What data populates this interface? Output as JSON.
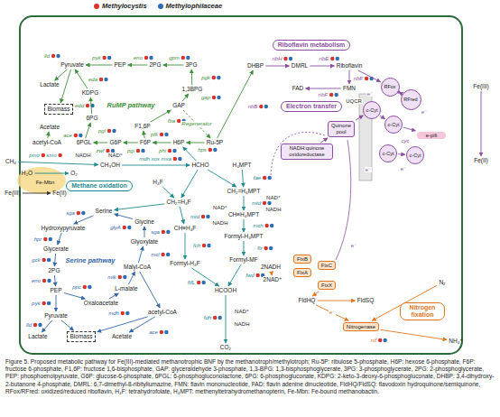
{
  "diagram": {
    "caption": "Figure 5. Proposed metabolic pathway for Fe(III)-mediated methanotrophic BNF by the methanotroph/methylotroph; Ru-5P: ribulose 5-phosphate, H6P: hexose 6-phosphate, F6P: fructose 6-phosphate, F1,6P: fructose 1,6-bisphosphate, GAP: glyceraldehyde 3-phosphate, 1,3-BPG: 1,3-bisphosphoglycerate, 3PG: 3-phosphoglycerate, 2PG: 2-phosphoglycerate, PEP: phosphoenolpyruvate, G6P: glucose-6-phosphate, 6PGL: 6-phosphogluconolactone, 6PG: 6-phosphogluconate, KDPG: 2-keto-3-deoxy-6-phosphogluconate, DHBP: 3,4-dihydroxy-2-butanone 4-phosphate, DMRL: 6,7-dimethyl-8-ribityllumazine, FMN: flavin mononucleotide, FAD: flavin adenine dinucleotide, FldHQ/FldSQ: flavodoxin hydroquinone/semiquinone, RFox/RFred: oxidized/reduced riboflavin, H₄F: tetrahydrofolate, H₄MPT: methenyltetrahydromethanopterin, Fe-Mbn: Fe-bound methanobactin.",
    "nodes": [
      {
        "text": [
          "Pyruvate"
        ]
      },
      {
        "text": [
          "PEP"
        ]
      },
      {
        "text": [
          "2PG"
        ]
      },
      {
        "text": [
          "3PG"
        ]
      },
      {
        "text": [
          "Riboflavin metabolism"
        ]
      },
      {
        "text": [
          "DHBP"
        ]
      },
      {
        "text": [
          "DMRL"
        ]
      },
      {
        "text": [
          "Riboflavin"
        ]
      },
      {
        "text": [
          "Lactate"
        ]
      },
      {
        "text": [
          "KDPG"
        ]
      },
      {
        "text": [
          "1,3BPG"
        ]
      },
      {
        "text": [
          "FAD"
        ]
      },
      {
        "text": [
          "FMN"
        ]
      },
      {
        "text": [
          "RFox"
        ]
      },
      {
        "text": [
          "RFred"
        ]
      },
      {
        "text": [
          "Fe(III)"
        ]
      },
      {
        "text": [
          "Biomass"
        ]
      },
      {
        "text": [
          "RuMP pathway"
        ]
      },
      {
        "text": [
          "GAP"
        ]
      },
      {
        "text": [
          "Electron transfer"
        ]
      },
      {
        "text": [
          "6PG"
        ]
      },
      {
        "text": [
          "F1,6P"
        ]
      },
      {
        "text": [
          "Acetate"
        ]
      },
      {
        "text": [
          "Quinone pool"
        ]
      },
      {
        "text": [
          "c-Cyt"
        ]
      },
      {
        "text": [
          "c-Cyt"
        ]
      },
      {
        "text": [
          "e-pili"
        ]
      },
      {
        "text": [
          "acetyl-CoA"
        ]
      },
      {
        "text": [
          "6PGL"
        ]
      },
      {
        "text": [
          "G6P"
        ]
      },
      {
        "text": [
          "F6P"
        ]
      },
      {
        "text": [
          "H6P"
        ]
      },
      {
        "text": [
          "Ru-5P"
        ]
      },
      {
        "text": [
          "c-Cyt"
        ]
      },
      {
        "text": [
          "c-Cyt"
        ]
      },
      {
        "text": [
          "NADH:quinone oxidoreductase"
        ]
      },
      {
        "text": [
          "Fe(II)"
        ]
      },
      {
        "text": [
          "CH₄"
        ]
      },
      {
        "text": [
          "CH₃OH"
        ]
      },
      {
        "text": [
          "HCHO"
        ]
      },
      {
        "text": [
          "H₄MPT"
        ]
      },
      {
        "text": [
          "H₂O"
        ]
      },
      {
        "text": [
          "O₂"
        ]
      },
      {
        "text": [
          "Methane oxidation"
        ]
      },
      {
        "text": [
          "H₄F"
        ]
      },
      {
        "text": [
          "Fe(III)"
        ]
      },
      {
        "text": [
          "Fe(II)"
        ]
      },
      {
        "text": [
          "CH₂=H₄MPT"
        ]
      },
      {
        "text": [
          "CH₂=H₄F"
        ]
      },
      {
        "text": [
          "Serine"
        ]
      },
      {
        "text": [
          "Glycine"
        ]
      },
      {
        "text": [
          "CH≡H₄MPT"
        ]
      },
      {
        "text": [
          "CH≡H₄F"
        ]
      },
      {
        "text": [
          "Hydroxypyruvate"
        ]
      },
      {
        "text": [
          "Formyl-H₄MPT"
        ]
      },
      {
        "text": [
          "Glyoxylate"
        ]
      },
      {
        "text": [
          "Glycerate"
        ]
      },
      {
        "text": [
          "Serine pathway"
        ]
      },
      {
        "text": [
          "Formyl-MF"
        ]
      },
      {
        "text": [
          "Formyl-H₄F"
        ]
      },
      {
        "text": [
          "FixB"
        ]
      },
      {
        "text": [
          "FixC"
        ]
      },
      {
        "text": [
          "2NADH"
        ]
      },
      {
        "text": [
          "Malyl-CoA"
        ]
      },
      {
        "text": [
          "2PG"
        ]
      },
      {
        "text": [
          "FixA"
        ]
      },
      {
        "text": [
          "2NAD⁺"
        ]
      },
      {
        "text": [
          "N₂"
        ]
      },
      {
        "text": [
          "FixX"
        ]
      },
      {
        "text": [
          "HCOOH"
        ]
      },
      {
        "text": [
          "L-malate"
        ]
      },
      {
        "text": [
          "PEP"
        ]
      },
      {
        "text": [
          "FldHQ"
        ]
      },
      {
        "text": [
          "FldSQ"
        ]
      },
      {
        "text": [
          "Oxaloacetate"
        ]
      },
      {
        "text": [
          "acetyl-CoA"
        ]
      },
      {
        "text": [
          "Pyruvate"
        ]
      },
      {
        "text": [
          "Nitrogenase"
        ]
      },
      {
        "text": [
          "Nitrogen fixation"
        ]
      },
      {
        "text": [
          "Lactate"
        ]
      },
      {
        "text": [
          "Biomass"
        ]
      },
      {
        "text": [
          "Acetate"
        ]
      },
      {
        "text": [
          "NH₄⁺"
        ]
      },
      {
        "text": [
          "CO₂"
        ]
      }
    ],
    "edges": [
      {
        "from": 1,
        "to": 0,
        "arrow": "to"
      },
      {
        "from": 2,
        "to": 1,
        "arrow": "to"
      },
      {
        "from": 3,
        "to": 2,
        "arrow": "to"
      },
      {
        "from": 10,
        "to": 3,
        "arrow": "to"
      },
      {
        "from": 18,
        "to": 10,
        "arrow": "to"
      },
      {
        "from": 21,
        "to": 18,
        "arrow": "to"
      },
      {
        "from": 30,
        "to": 21,
        "arrow": "to"
      },
      {
        "from": 30,
        "to": 29,
        "arrow": "to"
      },
      {
        "from": 29,
        "to": 28,
        "arrow": "to"
      },
      {
        "from": 28,
        "to": 20,
        "arrow": "to"
      },
      {
        "from": 20,
        "to": 9,
        "arrow": "to"
      },
      {
        "from": 9,
        "to": 0,
        "arrow": "to"
      },
      {
        "from": 0,
        "to": 8,
        "arrow": "to"
      },
      {
        "from": 0,
        "to": 16,
        "arrow": "to"
      },
      {
        "from": 27,
        "to": 22,
        "arrow": "to"
      },
      {
        "from": 31,
        "to": 30,
        "arrow": "to"
      },
      {
        "from": 32,
        "to": 31,
        "arrow": "to"
      },
      {
        "from": 39,
        "to": 31,
        "arrow": "to"
      },
      {
        "from": 18,
        "to": 32,
        "label": "Regenerator",
        "arrow": "to"
      },
      {
        "from": 32,
        "to": 5,
        "arrow": "to"
      },
      {
        "from": 5,
        "to": 6,
        "arrow": "to"
      },
      {
        "from": 6,
        "to": 7,
        "arrow": "to"
      },
      {
        "from": 7,
        "to": 12,
        "arrow": "to"
      },
      {
        "from": 12,
        "to": 11,
        "arrow": "to"
      },
      {
        "from": 7,
        "to": 13,
        "arrow": "to"
      },
      {
        "from": 13,
        "to": 14,
        "arrow": "both"
      },
      {
        "from": 15,
        "to": 36,
        "arrow": "to"
      },
      {
        "from": 35,
        "to": 23,
        "arrow": "to"
      },
      {
        "from": 23,
        "to": 24,
        "arrow": "to"
      },
      {
        "from": 24,
        "to": 25,
        "arrow": "to"
      },
      {
        "from": 25,
        "to": 26,
        "arrow": "to"
      },
      {
        "from": 33,
        "to": 34,
        "arrow": "to"
      },
      {
        "from": 37,
        "to": 38,
        "arrow": "to"
      },
      {
        "from": 38,
        "to": 39,
        "arrow": "to"
      },
      {
        "from": 39,
        "to": 47,
        "arrow": "to"
      },
      {
        "from": 40,
        "to": 47,
        "arrow": "to"
      },
      {
        "from": 39,
        "to": 48,
        "arrow": "to"
      },
      {
        "from": 44,
        "to": 48,
        "arrow": "to"
      },
      {
        "from": 47,
        "to": 51,
        "arrow": "to"
      },
      {
        "from": 51,
        "to": 54,
        "arrow": "to"
      },
      {
        "from": 54,
        "to": 58,
        "arrow": "to"
      },
      {
        "from": 58,
        "to": 69,
        "arrow": "to"
      },
      {
        "from": 69,
        "to": 83,
        "arrow": "to"
      },
      {
        "from": 48,
        "to": 52,
        "arrow": "to"
      },
      {
        "from": 52,
        "to": 59,
        "arrow": "to"
      },
      {
        "from": 59,
        "to": 69,
        "arrow": "to"
      },
      {
        "from": 48,
        "to": 49,
        "arrow": "to"
      },
      {
        "from": 50,
        "to": 49,
        "arrow": "to"
      },
      {
        "from": 49,
        "to": 53,
        "arrow": "to"
      },
      {
        "from": 53,
        "to": 56,
        "arrow": "to"
      },
      {
        "from": 56,
        "to": 64,
        "arrow": "to"
      },
      {
        "from": 64,
        "to": 71,
        "arrow": "to"
      },
      {
        "from": 71,
        "to": 74,
        "arrow": "to"
      },
      {
        "from": 74,
        "to": 70,
        "arrow": "to"
      },
      {
        "from": 70,
        "to": 63,
        "arrow": "to"
      },
      {
        "from": 63,
        "to": 55,
        "arrow": "to"
      },
      {
        "from": 63,
        "to": 75,
        "arrow": "to"
      },
      {
        "from": 55,
        "to": 50,
        "arrow": "to"
      },
      {
        "from": 71,
        "to": 76,
        "arrow": "to"
      },
      {
        "from": 76,
        "to": 79,
        "arrow": "to"
      },
      {
        "from": 76,
        "to": 80,
        "arrow": "to"
      },
      {
        "from": 75,
        "to": 81,
        "arrow": "to"
      },
      {
        "from": 75,
        "to": 80,
        "arrow": "to"
      },
      {
        "from": 41,
        "to": 42,
        "arrow": "to"
      },
      {
        "from": 45,
        "to": 46,
        "arrow": "to"
      },
      {
        "from": 62,
        "to": 66,
        "arrow": "to"
      },
      {
        "from": 68,
        "to": 72,
        "arrow": "to"
      },
      {
        "from": 72,
        "to": 73,
        "arrow": "to"
      },
      {
        "from": 72,
        "to": 77,
        "label": "e⁻",
        "arrow": "to"
      },
      {
        "from": 67,
        "to": 77,
        "arrow": "to"
      },
      {
        "from": 77,
        "to": 82,
        "arrow": "to"
      }
    ],
    "labels": [
      "lld",
      "pyk",
      "eno",
      "gpm",
      "pgk",
      "gap",
      "eda",
      "edd",
      "ace",
      "zwf",
      "pgi",
      "pfk",
      "fba",
      "phi",
      "hps",
      "pgl",
      "ribB",
      "ribH",
      "ribE",
      "ribF",
      "ribF",
      "pmo",
      "smo",
      "NADH",
      "NAD⁺",
      "mdh xox mxa",
      "fae",
      "NAD⁺",
      "mtd",
      "NADH",
      "mch",
      "ftr",
      "fwd",
      "NAD⁺",
      "mtd",
      "NADH",
      "fch",
      "ftfL",
      "fdh",
      "NAD⁺",
      "NADH",
      "glyA",
      "sga",
      "sga",
      "hpr",
      "gck",
      "eno",
      "pyk",
      "lld",
      "ace",
      "ppc",
      "mdh",
      "mtk",
      "mcl",
      "nif",
      "e⁻",
      "e⁻",
      "e⁻",
      "e⁻",
      "e⁻",
      "UQCR",
      "cyc",
      "Fe-Mbn"
    ],
    "legend": [
      {
        "text": "Methylocystis",
        "color": "#d9342b"
      },
      {
        "text": "Methylophilaceae",
        "color": "#2c6db5"
      }
    ]
  }
}
